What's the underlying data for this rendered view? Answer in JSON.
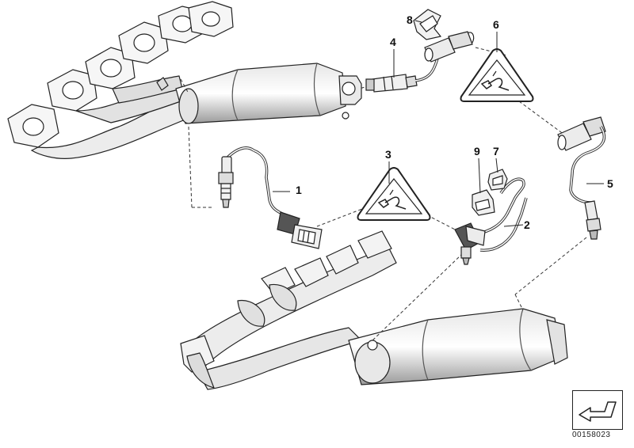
{
  "diagram": {
    "code": "00158023",
    "callouts": [
      {
        "id": "c1",
        "label": "1"
      },
      {
        "id": "c2",
        "label": "2"
      },
      {
        "id": "c3",
        "label": "3"
      },
      {
        "id": "c4",
        "label": "4"
      },
      {
        "id": "c5",
        "label": "5"
      },
      {
        "id": "c6",
        "label": "6"
      },
      {
        "id": "c7",
        "label": "7"
      },
      {
        "id": "c8",
        "label": "8"
      },
      {
        "id": "c9",
        "label": "9"
      }
    ]
  },
  "colors": {
    "ink": "#222222",
    "part_fill": "#f4f4f4",
    "shade": "#bdbdbd",
    "background": "#ffffff"
  },
  "icons": {
    "warning_label": "oxygen-sensor-warning-triangle-icon",
    "nav_arrow": "return-arrow-icon"
  }
}
